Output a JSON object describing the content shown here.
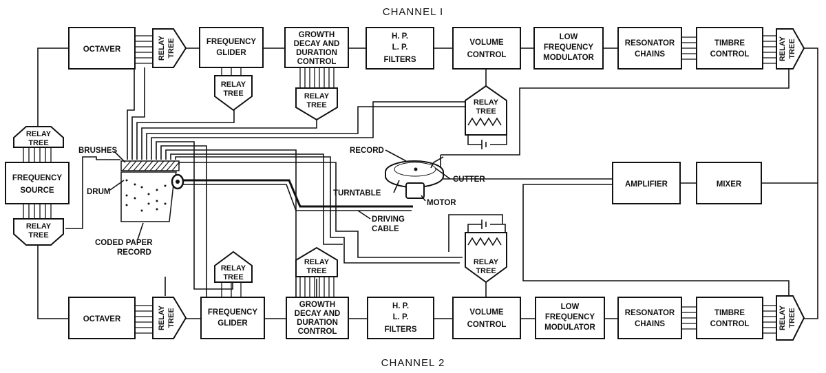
{
  "channel1": "CHANNEL I",
  "channel2": "CHANNEL 2",
  "blocks": {
    "octaver": [
      "OCTAVER"
    ],
    "frequency_glider": [
      "FREQUENCY",
      "GLIDER"
    ],
    "growth_decay": [
      "GROWTH",
      "DECAY AND",
      "DURATION",
      "CONTROL"
    ],
    "filters": [
      "H. P.",
      "L. P.",
      "FILTERS"
    ],
    "volume_control": [
      "VOLUME",
      "CONTROL"
    ],
    "lf_modulator": [
      "LOW",
      "FREQUENCY",
      "MODULATOR"
    ],
    "resonator_chains": [
      "RESONATOR",
      "CHAINS"
    ],
    "timbre_control": [
      "TIMBRE",
      "CONTROL"
    ],
    "frequency_source": [
      "FREQUENCY",
      "SOURCE"
    ],
    "amplifier": [
      "AMPLIFIER"
    ],
    "mixer": [
      "MIXER"
    ]
  },
  "relay_tree": [
    "RELAY",
    "TREE"
  ],
  "labels": {
    "brushes": "BRUSHES",
    "drum": "DRUM",
    "coded_paper": [
      "CODED PAPER",
      "RECORD"
    ],
    "record": "RECORD",
    "cutter": "CUTTER",
    "turntable": "TURNTABLE",
    "motor": "MOTOR",
    "driving_cable": [
      "DRIVING",
      "CABLE"
    ]
  }
}
